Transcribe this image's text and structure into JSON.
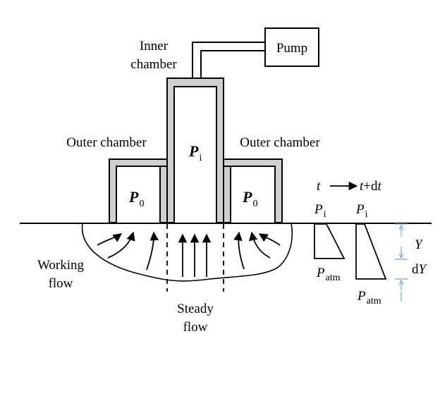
{
  "labels": {
    "pump": "Pump",
    "inner_chamber_line1": "Inner",
    "inner_chamber_line2": "chamber",
    "outer_chamber_left": "Outer chamber",
    "outer_chamber_right": "Outer chamber",
    "pressure_inner_symbol": "P",
    "pressure_inner_subscript": "i",
    "pressure_outer_symbol": "P",
    "pressure_outer_subscript": "0",
    "working_flow_line1": "Working",
    "working_flow_line2": "flow",
    "steady_flow_line1": "Steady",
    "steady_flow_line2": "flow",
    "time_start": "t",
    "time_end": "t+dt",
    "profile_top_symbol": "P",
    "profile_top_subscript": "i",
    "profile_bottom_symbol": "P",
    "profile_bottom_subscript": "atm",
    "depth_Y": "Y",
    "depth_dY": "dY"
  },
  "colors": {
    "chamber_wall": "#d0d0d0",
    "line": "#000000",
    "dimension_line": "#6fa8dc"
  }
}
